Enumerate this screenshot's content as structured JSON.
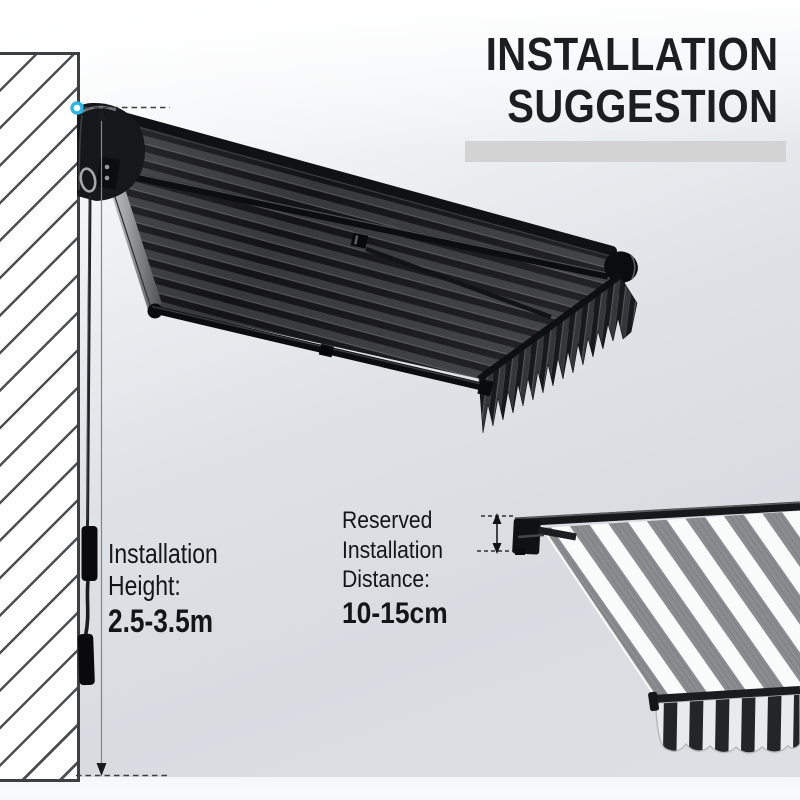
{
  "title": {
    "line1": "INSTALLATION",
    "line2": "SUGGESTION"
  },
  "labels": {
    "height": {
      "line1": "Installation",
      "line2": "Height:",
      "value": "2.5-3.5m"
    },
    "distance": {
      "line1": "Reserved",
      "line2": "Installation",
      "line3": "Distance:",
      "value": "10-15cm"
    }
  },
  "icons": {
    "mount_marker": "cyan-dot-marker",
    "height_arrows": "double-vertical-arrow",
    "distance_arrows": "double-vertical-arrow"
  },
  "colors": {
    "accent_marker": "#29b6e8",
    "title_text": "#1d1e20",
    "title_bar": "#d3d3d4",
    "canopy_stripe_dark": "#141417",
    "canopy_stripe_gray": "#36383c",
    "closeup_fabric_gray": "#8a8c8f",
    "closeup_fabric_white": "#fafbfb",
    "background_tint": "#d8dce1"
  }
}
